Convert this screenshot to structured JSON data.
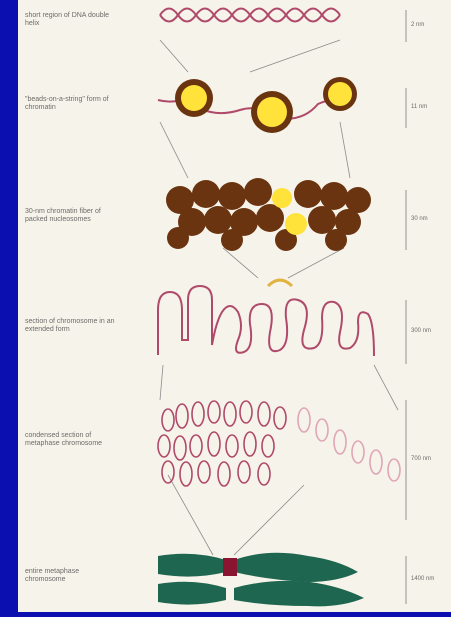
{
  "stages": [
    {
      "label": "short region of DNA double helix",
      "scale": "2 nm"
    },
    {
      "label": "\"beads-on-a-string\" form of chromatin",
      "scale": "11 nm"
    },
    {
      "label": "30-nm chromatin fiber of packed nucleosomes",
      "scale": "30 nm"
    },
    {
      "label": "section of chromosome in an extended form",
      "scale": "300 nm"
    },
    {
      "label": "condensed section of metaphase chromosome",
      "scale": "700 nm"
    },
    {
      "label": "entire metaphase chromosome",
      "scale": "1400 nm"
    }
  ],
  "colors": {
    "background": "#0b0fb0",
    "panel": "#f6f3ea",
    "dna": "#b04a6a",
    "histone": "#6b3410",
    "core": "#ffe23a",
    "chromosome": "#1f6650",
    "centromere": "#8a1530"
  }
}
